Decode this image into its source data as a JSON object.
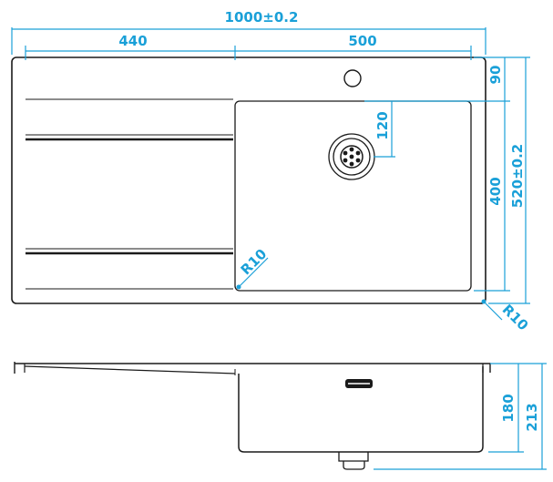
{
  "colors": {
    "outline": "#1a1a1a",
    "dimension": "#1aa0d8",
    "background": "#ffffff"
  },
  "dimensions": {
    "overall_width": "1000±0.2",
    "drainboard_width": "440",
    "bowl_width": "500",
    "tap_hole_offset": "90",
    "overall_depth": "520±0.2",
    "bowl_depth": "400",
    "drain_offset": "120",
    "inner_radius": "R10",
    "outer_radius": "R10",
    "bowl_height": "180",
    "total_height": "213"
  }
}
